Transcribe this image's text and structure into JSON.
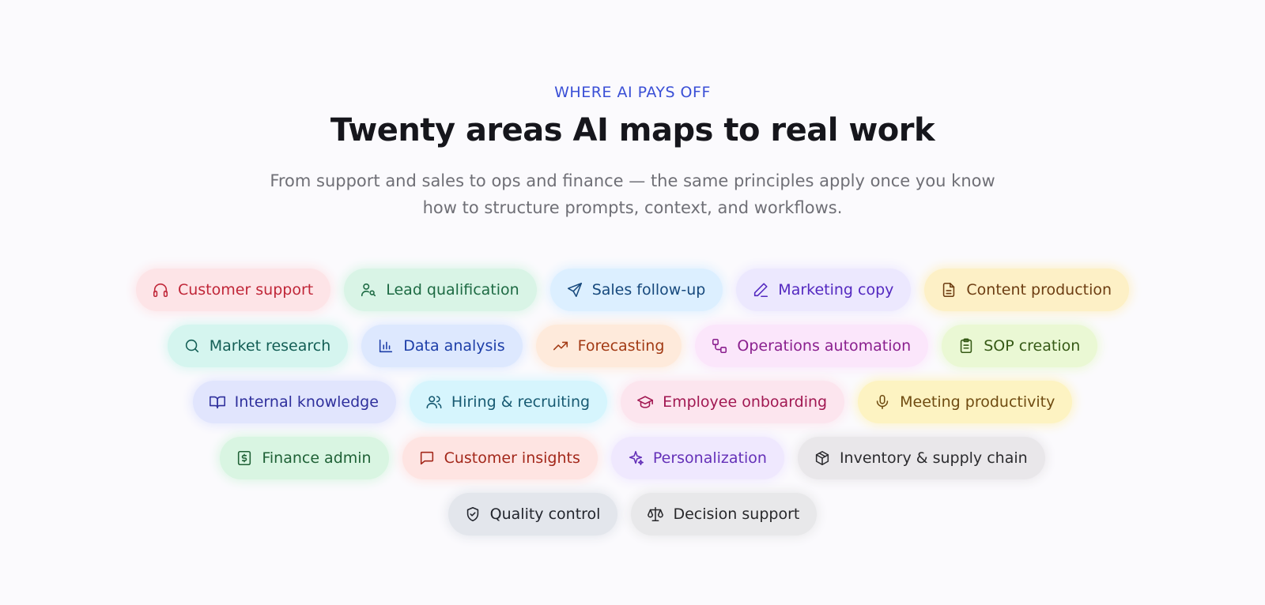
{
  "eyebrow": "WHERE AI PAYS OFF",
  "headline": "Twenty areas AI maps to real work",
  "subtitle_line1": "From support and sales to ops and finance — the same principles apply once you know",
  "subtitle_line2": "how to structure prompts, context, and workflows.",
  "rows": [
    [
      {
        "label": "Customer support",
        "icon": "headphones-icon",
        "bg": "#fde4e7",
        "fg": "#c02638"
      },
      {
        "label": "Lead qualification",
        "icon": "user-search-icon",
        "bg": "#d9f4e6",
        "fg": "#1d6a43"
      },
      {
        "label": "Sales follow-up",
        "icon": "send-icon",
        "bg": "#dcefff",
        "fg": "#17497d"
      },
      {
        "label": "Marketing copy",
        "icon": "pen-icon",
        "bg": "#ece8fe",
        "fg": "#5328c0"
      },
      {
        "label": "Content production",
        "icon": "file-text-icon",
        "bg": "#fdf0c6",
        "fg": "#6d3d12"
      }
    ],
    [
      {
        "label": "Market research",
        "icon": "search-icon",
        "bg": "#d5f5ef",
        "fg": "#135e55"
      },
      {
        "label": "Data analysis",
        "icon": "bar-chart-icon",
        "bg": "#dde8fe",
        "fg": "#1d3ea8"
      },
      {
        "label": "Forecasting",
        "icon": "trending-up-icon",
        "bg": "#feeadb",
        "fg": "#a23a14"
      },
      {
        "label": "Operations automation",
        "icon": "workflow-icon",
        "bg": "#fbe6fb",
        "fg": "#8a1f8e"
      },
      {
        "label": "SOP creation",
        "icon": "clipboard-list-icon",
        "bg": "#eaf8d4",
        "fg": "#365a16"
      }
    ],
    [
      {
        "label": "Internal knowledge",
        "icon": "book-open-icon",
        "bg": "#e1e5fd",
        "fg": "#2e2f9c"
      },
      {
        "label": "Hiring & recruiting",
        "icon": "users-icon",
        "bg": "#d6f5fd",
        "fg": "#175a72"
      },
      {
        "label": "Employee onboarding",
        "icon": "graduation-cap-icon",
        "bg": "#fce5ee",
        "fg": "#a11852"
      },
      {
        "label": "Meeting productivity",
        "icon": "mic-icon",
        "bg": "#fdf3c2",
        "fg": "#6f4b11"
      }
    ],
    [
      {
        "label": "Finance admin",
        "icon": "receipt-icon",
        "bg": "#d9f5e2",
        "fg": "#1f6136"
      },
      {
        "label": "Customer insights",
        "icon": "message-square-icon",
        "bg": "#fee4e2",
        "fg": "#a3271a"
      },
      {
        "label": "Personalization",
        "icon": "sparkles-icon",
        "bg": "#efe8fe",
        "fg": "#6430b8"
      },
      {
        "label": "Inventory & supply chain",
        "icon": "package-icon",
        "bg": "#e9e7ea",
        "fg": "#2b2b2e"
      }
    ],
    [
      {
        "label": "Quality control",
        "icon": "shield-check-icon",
        "bg": "#e3e6ec",
        "fg": "#22252d"
      },
      {
        "label": "Decision support",
        "icon": "scale-icon",
        "bg": "#e8e8ea",
        "fg": "#28282b"
      }
    ]
  ]
}
